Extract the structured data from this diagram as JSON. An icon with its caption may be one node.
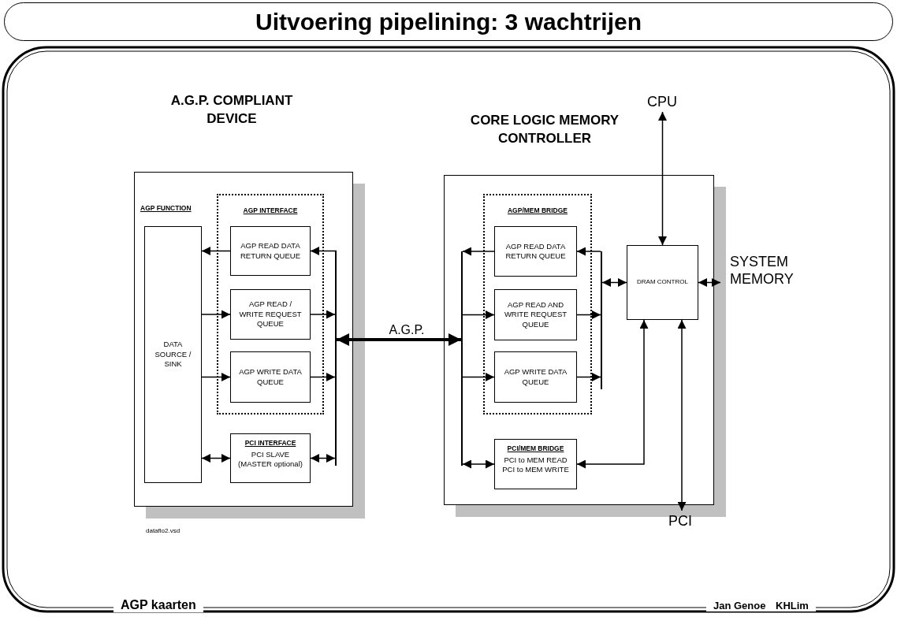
{
  "diagram": {
    "title": "Uitvoering pipelining: 3 wachtrijen",
    "nodes": [
      {
        "text": [
          "A.G.P. COMPLIANT DEVICE"
        ]
      },
      {
        "text": [
          "AGP INTERFACE"
        ],
        "in": 0
      },
      {
        "text": [
          "DATA SOURCE / SINK"
        ],
        "in": 0
      },
      {
        "text": [
          "AGP READ DATA RETURN QUEUE"
        ],
        "in": 1
      },
      {
        "text": [
          "AGP READ / WRITE REQUEST QUEUE"
        ],
        "in": 1
      },
      {
        "text": [
          "AGP WRITE DATA QUEUE"
        ],
        "in": 1
      },
      {
        "text": [
          "PCI INTERFACE",
          "PCI SLAVE (MASTER optional)"
        ],
        "in": 0
      },
      {
        "text": [
          "CORE LOGIC MEMORY CONTROLLER"
        ]
      },
      {
        "text": [
          "AGP/MEM BRIDGE"
        ],
        "in": 7
      },
      {
        "text": [
          "AGP READ DATA RETURN QUEUE"
        ],
        "in": 8
      },
      {
        "text": [
          "AGP READ AND WRITE REQUEST QUEUE"
        ],
        "in": 8
      },
      {
        "text": [
          "AGP WRITE DATA QUEUE"
        ],
        "in": 8
      },
      {
        "text": [
          "PCI/MEM BRIDGE",
          "PCI to MEM READ PCI to MEM WRITE"
        ],
        "in": 7
      },
      {
        "text": [
          "DRAM CONTROL"
        ],
        "in": 7
      },
      {
        "text": [
          "CPU"
        ]
      },
      {
        "text": [
          "SYSTEM MEMORY"
        ]
      },
      {
        "text": [
          "PCI"
        ]
      },
      {
        "text": [],
        "shape": "bar",
        "in": 0
      },
      {
        "text": [],
        "shape": "bar",
        "in": 7
      },
      {
        "text": [],
        "shape": "bar",
        "in": 7
      }
    ],
    "edges": [
      {
        "from": 17,
        "to": 3,
        "arrow": "to"
      },
      {
        "from": 4,
        "to": 17,
        "arrow": "to"
      },
      {
        "from": 5,
        "to": 17,
        "arrow": "to"
      },
      {
        "from": 17,
        "to": 6,
        "arrow": "both"
      },
      {
        "from": 3,
        "to": 2,
        "arrow": "to"
      },
      {
        "from": 2,
        "to": 4,
        "arrow": "to"
      },
      {
        "from": 2,
        "to": 5,
        "arrow": "to"
      },
      {
        "from": 2,
        "to": 6,
        "arrow": "both"
      },
      {
        "from": 17,
        "to": 18,
        "arrow": "both",
        "label": "A.G.P.",
        "style": "thick"
      },
      {
        "from": 9,
        "to": 18,
        "arrow": "to"
      },
      {
        "from": 18,
        "to": 10,
        "arrow": "to"
      },
      {
        "from": 18,
        "to": 11,
        "arrow": "to"
      },
      {
        "from": 18,
        "to": 12,
        "arrow": "both"
      },
      {
        "from": 19,
        "to": 9,
        "arrow": "to"
      },
      {
        "from": 10,
        "to": 19,
        "arrow": "to"
      },
      {
        "from": 11,
        "to": 19,
        "arrow": "to"
      },
      {
        "from": 19,
        "to": 13,
        "arrow": "both"
      },
      {
        "from": 14,
        "to": 13,
        "arrow": "both"
      },
      {
        "from": 13,
        "to": 15,
        "arrow": "both"
      },
      {
        "from": 13,
        "to": 12,
        "arrow": "both"
      },
      {
        "from": 13,
        "to": 16,
        "arrow": "both"
      }
    ],
    "labels": [
      "AGP FUNCTION",
      "dataflo2.vsd",
      "AGP kaarten",
      "Jan Genoe",
      "KHLim"
    ]
  }
}
